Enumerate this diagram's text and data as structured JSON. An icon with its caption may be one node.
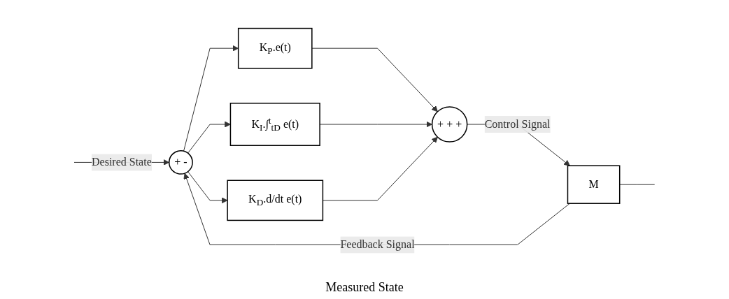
{
  "diagram": {
    "nodes": [
      {
        "text": [
          "+",
          "-"
        ]
      },
      {
        "text": [
          "K$_{P}$.e(t)"
        ]
      },
      {
        "text": [
          "K$_{I}$.∫$^{t}$$_{tD}$ e(t)"
        ]
      },
      {
        "text": [
          "K$_{D}$.d/dt e(t)"
        ]
      },
      {
        "text": [
          "+",
          "+",
          "+"
        ]
      },
      {
        "text": [
          "M"
        ]
      }
    ],
    "edges": [
      {
        "from": null,
        "to": 0,
        "arrow": "to",
        "label": "Desired State"
      },
      {
        "from": 0,
        "to": 1,
        "arrow": "to"
      },
      {
        "from": 0,
        "to": 2,
        "arrow": "to"
      },
      {
        "from": 0,
        "to": 3,
        "arrow": "to"
      },
      {
        "from": 1,
        "to": 4,
        "arrow": "to"
      },
      {
        "from": 2,
        "to": 4,
        "arrow": "to"
      },
      {
        "from": 3,
        "to": 4,
        "arrow": "to"
      },
      {
        "from": 4,
        "to": 5,
        "arrow": "to",
        "label": "Control Signal"
      },
      {
        "from": 5,
        "to": null,
        "arrow": "none"
      },
      {
        "from": 5,
        "to": 0,
        "arrow": "to",
        "label": "Feedback Signal"
      }
    ],
    "labels": [
      "Measured State"
    ]
  }
}
